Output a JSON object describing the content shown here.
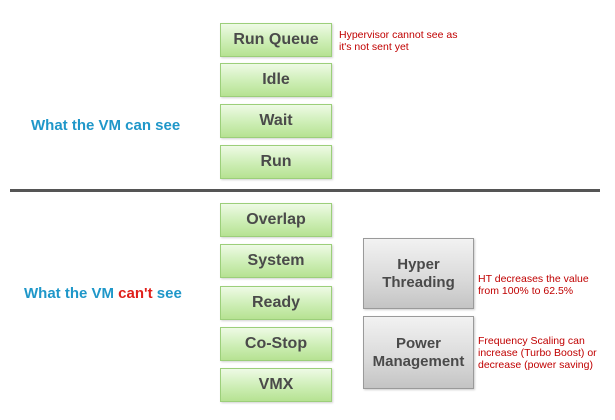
{
  "vm_can_see": {
    "label": "What the VM can see",
    "states": [
      "Run Queue",
      "Idle",
      "Wait",
      "Run"
    ],
    "note": "Hypervisor cannot see as it's not sent yet"
  },
  "vm_cant_see": {
    "label_before": "What the VM ",
    "label_highlight": "can't",
    "label_after": " see",
    "states": [
      "Overlap",
      "System",
      "Ready",
      "Co-Stop",
      "VMX"
    ],
    "factors": [
      {
        "label": "Hyper Threading",
        "note": "HT decreases the value from 100% to 62.5%"
      },
      {
        "label": "Power Management",
        "note": "Frequency Scaling can increase (Turbo Boost) or decrease (power saving)"
      }
    ]
  },
  "colors": {
    "label_blue": "#1f97c9",
    "highlight_red": "#e0201b",
    "note_red": "#c00000",
    "state_box_green": "#cdeeb5",
    "factor_box_gray": "#d9d9d9"
  }
}
